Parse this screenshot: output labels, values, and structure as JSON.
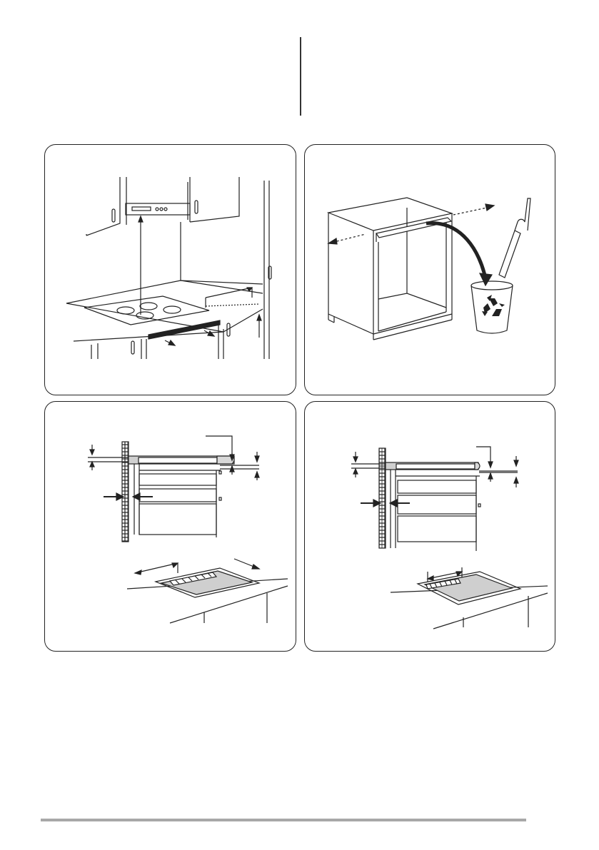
{
  "page": {
    "figures": [
      {
        "id": "fig-hob-placement"
      },
      {
        "id": "fig-cabinet-recycle"
      },
      {
        "id": "fig-section-a"
      },
      {
        "id": "fig-section-b"
      }
    ]
  },
  "colors": {
    "line": "#222222",
    "hatch_gray": "#d0d0d0",
    "rule_gray": "#a8a8a8",
    "countertop_gray": "#cfcfcf"
  },
  "icons": {
    "recycle": "recycle-icon"
  }
}
